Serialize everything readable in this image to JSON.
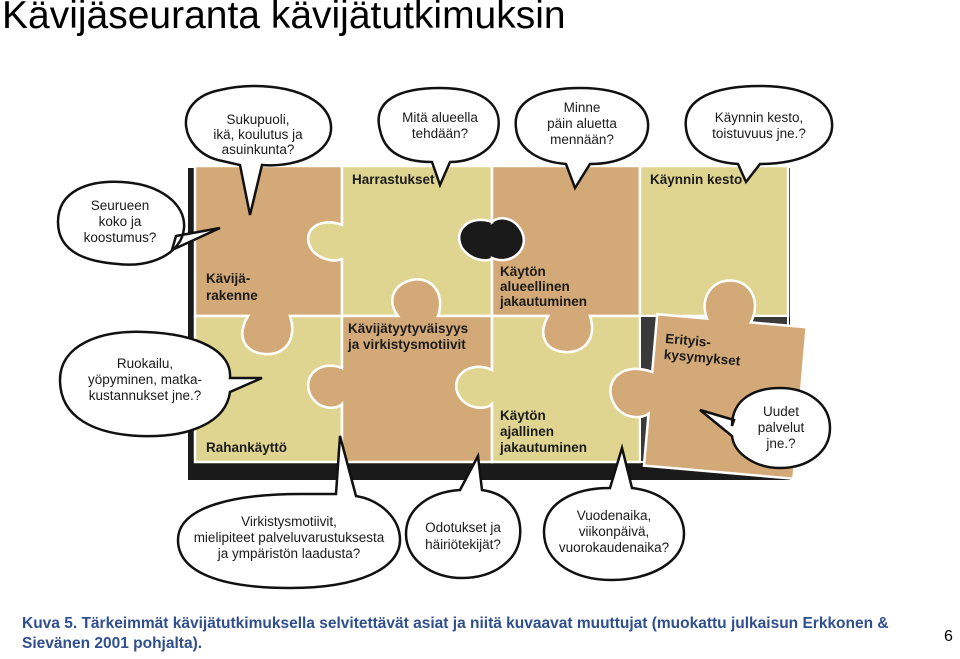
{
  "title": "Kävijäseuranta kävijätutkimuksin",
  "colors": {
    "tan": "#d3a977",
    "beige": "#e0d590",
    "outline": "#ffffff",
    "caption": "#2f4f8f"
  },
  "pieces": {
    "kavijarakenne": [
      "Kävijä-",
      "rakenne"
    ],
    "harrastukset": [
      "Harrastukset"
    ],
    "alueellinen": [
      "Käytön",
      "alueellinen",
      "jakautuminen"
    ],
    "kaynnin_kesto": [
      "Käynnin kesto"
    ],
    "rahankaytto": [
      "Rahankäyttö"
    ],
    "tyytyvaisyys": [
      "Kävijätyytyväisyys",
      "ja virkistysmotiivit"
    ],
    "ajallinen": [
      "Käytön",
      "ajallinen",
      "jakautuminen"
    ],
    "erityis": [
      "Erityis-",
      "kysymykset"
    ]
  },
  "bubbles": {
    "sukupuoli": [
      "Sukupuoli,",
      "ikä, koulutus ja",
      "asuinkunta?"
    ],
    "alueella": [
      "Mitä alueella",
      "tehdään?"
    ],
    "minne": [
      "Minne",
      "päin aluetta",
      "mennään?"
    ],
    "kesto": [
      "Käynnin kesto,",
      "toistuvuus jne.?"
    ],
    "seurue": [
      "Seurueen",
      "koko ja",
      "koostumus?"
    ],
    "ruokailu": [
      "Ruokailu,",
      "yöpyminen, matka-",
      "kustannukset jne.?"
    ],
    "uudet": [
      "Uudet",
      "palvelut",
      "jne.?"
    ],
    "virkistys": [
      "Virkistysmotiivit,",
      "mielipiteet palveluvarustuksesta",
      "ja ympäristön laadusta?"
    ],
    "odotukset": [
      "Odotukset ja",
      "häiriötekijät?"
    ],
    "vuodenaika": [
      "Vuodenaika,",
      "viikonpäivä,",
      "vuorokaudenaika?"
    ]
  },
  "caption": {
    "lead": "Kuva 5.",
    "text": " Tärkeimmät kävijätutkimuksella selvitettävät asiat ja niitä kuvaavat muuttujat (muokattu julkaisun Erkkonen & Sievänen 2001 pohjalta)."
  },
  "page_number": "6"
}
